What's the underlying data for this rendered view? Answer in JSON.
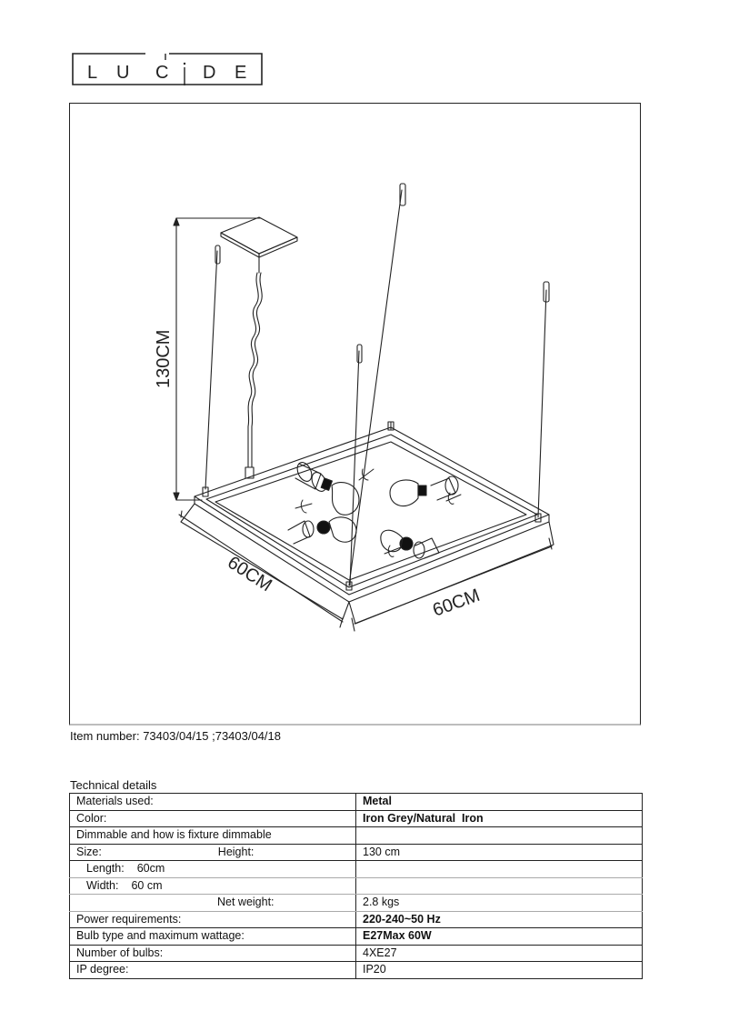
{
  "brand": {
    "logo_letters": [
      "L",
      "U",
      "C",
      "i",
      "D",
      "E"
    ],
    "name": "LUCIDE"
  },
  "drawing": {
    "dimension_height": "130CM",
    "dimension_length": "60CM",
    "dimension_width": "60CM",
    "bulb_count_shown": 4
  },
  "item_number": "Item number: 73403/04/15 ;73403/04/18",
  "technical_details": {
    "title": "Technical details",
    "rows": [
      {
        "label": "Materials used:",
        "value": "Metal",
        "bold": true
      },
      {
        "label": "Color:",
        "value": "Iron Grey/Natural  Iron",
        "bold": true
      },
      {
        "label": "Dimmable and how is fixture dimmable",
        "value": ""
      },
      {
        "label": "Size:",
        "sublabel": "Height:",
        "value": "130 cm"
      },
      {
        "label": "Length:",
        "sublabel": "60cm",
        "value": ""
      },
      {
        "label": "Width:",
        "sublabel": "60 cm",
        "value": ""
      },
      {
        "label": "",
        "sublabel": "Net weight:",
        "value": "2.8 kgs"
      },
      {
        "label": "Power requirements:",
        "value": "220-240~50 Hz",
        "bold": true
      },
      {
        "label": "Bulb type and maximum wattage:",
        "value": "E27Max 60W",
        "bold": true
      },
      {
        "label": "Number of bulbs:",
        "value": "4XE27"
      },
      {
        "label": "IP degree:",
        "value": "IP20"
      }
    ]
  }
}
